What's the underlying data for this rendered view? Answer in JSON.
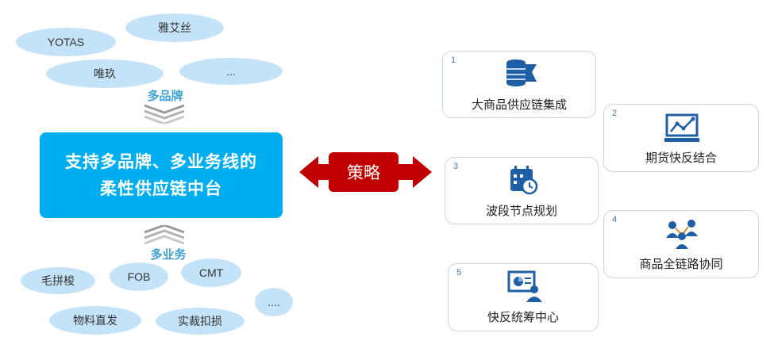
{
  "top_group": {
    "label": "多品牌",
    "items": [
      "YOTAS",
      "雅艾丝",
      "唯玖",
      "..."
    ]
  },
  "bottom_group": {
    "label": "多业务",
    "items": [
      "毛拼梭",
      "FOB",
      "CMT",
      "物料直发",
      "实裁扣损",
      "...."
    ]
  },
  "center": {
    "line1": "支持多品牌、多业务线的",
    "line2": "柔性供应链中台"
  },
  "strategy_label": "策略",
  "cards": [
    {
      "num": "1",
      "title": "大商品供应链集成",
      "icon": "database-flag-icon"
    },
    {
      "num": "2",
      "title": "期货快反结合",
      "icon": "line-chart-monitor-icon"
    },
    {
      "num": "3",
      "title": "波段节点规划",
      "icon": "calendar-clock-icon"
    },
    {
      "num": "4",
      "title": "商品全链路协同",
      "icon": "team-network-icon"
    },
    {
      "num": "5",
      "title": "快反统筹中心",
      "icon": "presentation-person-icon"
    }
  ],
  "colors": {
    "ellipse": "#c5e3f8",
    "center_box": "#00aeef",
    "strategy_arrow": "#c00000",
    "group_label": "#3fa1d6",
    "icon_blue": "#1f5fa6"
  }
}
